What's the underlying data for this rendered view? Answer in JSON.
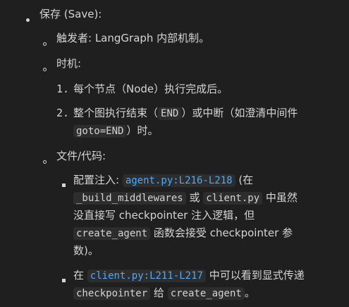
{
  "save_item": {
    "title": "保存 (Save):",
    "trigger": {
      "text": "触发者: LangGraph 内部机制。"
    },
    "timing": {
      "label": "时机:",
      "steps": [
        {
          "num": "1.",
          "text": "每个节点（Node）执行完成后。"
        },
        {
          "num": "2.",
          "text_a": "整个图执行结束（",
          "code_a": "END",
          "text_b": "）或中断（如澄清中间件",
          "code_b": "goto=END",
          "text_c": "）时。"
        }
      ]
    },
    "files": {
      "label": "文件/代码:",
      "items": [
        {
          "prefix": "配置注入: ",
          "link": "agent.py:L216-L218",
          "t1": "(在",
          "code1": "_build_middlewares",
          "t2": " 或 ",
          "code2": "client.py",
          "t3": " 中虽然",
          "t4": "没直接写 checkpointer 注入逻辑，但",
          "code3": "create_agent",
          "t5": " 函数会接受 checkpointer 参",
          "t6": "数)。"
        },
        {
          "prefix": "在 ",
          "link": "client.py:L211-L217",
          "t1": " 中可以看到显式传递",
          "code1": "checkpointer",
          "t2": " 给 ",
          "code2": "create_agent",
          "t3": "。"
        }
      ]
    }
  }
}
